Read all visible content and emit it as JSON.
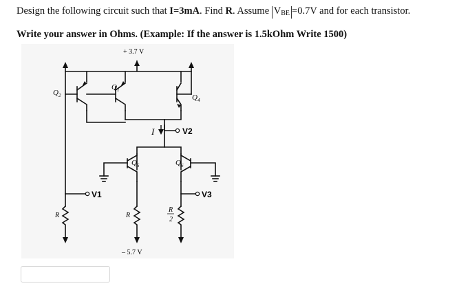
{
  "question": {
    "line1_prefix": "Design the following circuit such that ",
    "line1_cond": "I=3mA",
    "line1_mid1": ". Find ",
    "line1_find": "R",
    "line1_mid2": ". Assume ",
    "line1_v": "V",
    "line1_sub": "BE",
    "line1_suffix": "=0.7V and   for each transistor.",
    "line2": "Write your answer in Ohms. (Example: If the answer is 1.5kOhm Write 1500)"
  },
  "circuit": {
    "supply_pos": "+ 3.7 V",
    "supply_neg": "– 5.7 V",
    "q1": "Q",
    "q1_sub": "1",
    "q2": "Q",
    "q2_sub": "2",
    "q4": "Q",
    "q4_sub": "4",
    "q5": "Q",
    "q5_sub": "5",
    "q6": "Q",
    "q6_sub": "6",
    "current": "I",
    "v1": "V1",
    "v2": "V2",
    "v3": "V3",
    "r_left": "R",
    "r_mid": "R",
    "r_right_num": "R",
    "r_right_den": "2"
  },
  "answer": {
    "value": ""
  }
}
